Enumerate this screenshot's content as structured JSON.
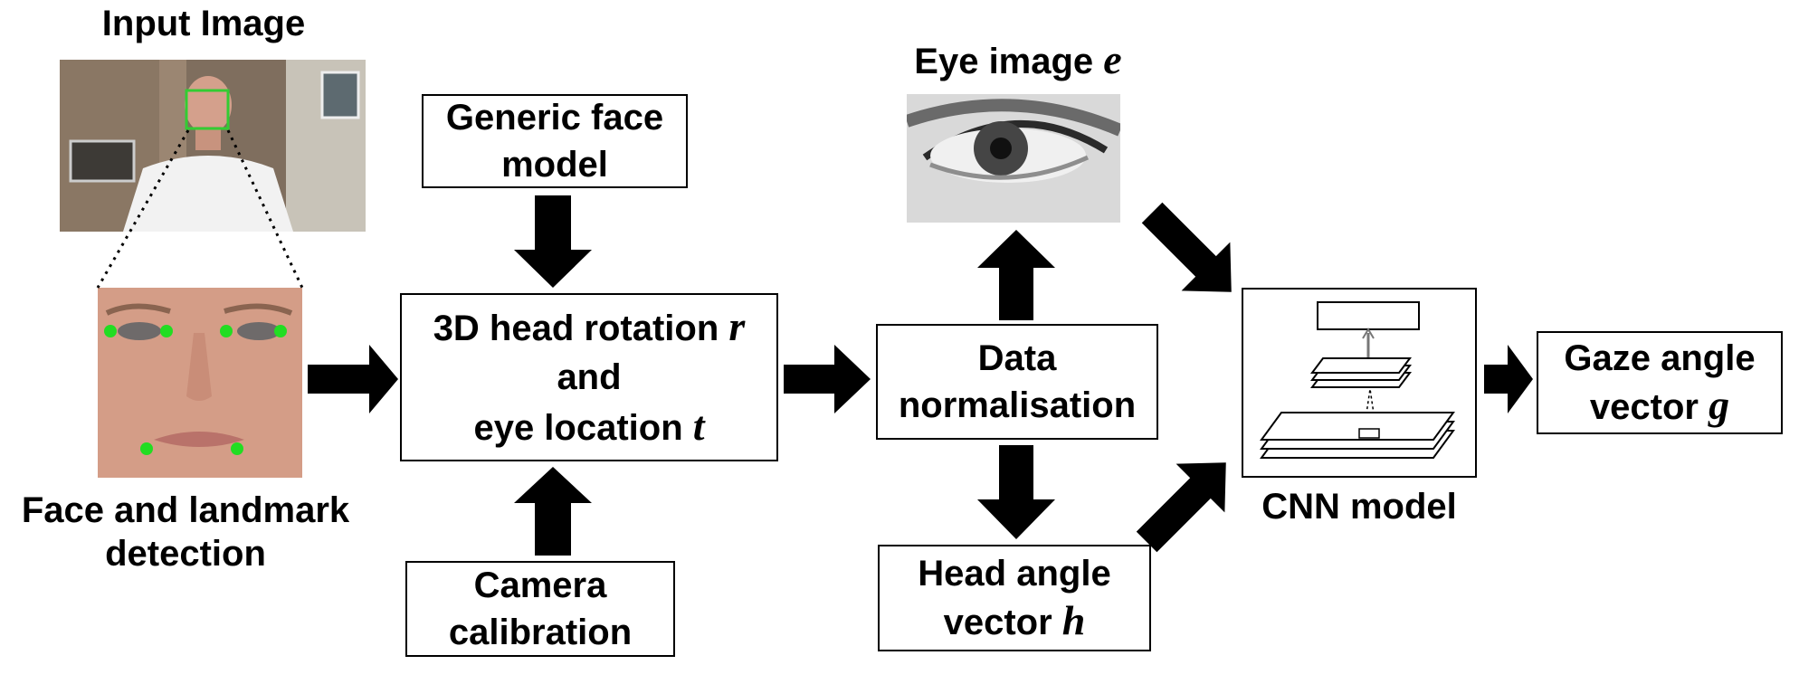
{
  "input": {
    "label": "Input Image"
  },
  "detection": {
    "line1": "Face and landmark",
    "line2": "detection"
  },
  "face_model": {
    "line1": "Generic face",
    "line2": "model"
  },
  "head_pose": {
    "line1_text": "3D head rotation ",
    "line1_var": "r",
    "line2": "and",
    "line3_text": "eye location ",
    "line3_var": "t"
  },
  "camera": {
    "line1": "Camera",
    "line2": "calibration"
  },
  "eye": {
    "label_text": "Eye image ",
    "label_var": "e"
  },
  "normalisation": {
    "line1": "Data",
    "line2": "normalisation"
  },
  "head_angle": {
    "line1": "Head angle",
    "line2_text": "vector ",
    "line2_var": "h"
  },
  "cnn": {
    "label": "CNN model"
  },
  "gaze": {
    "line1": "Gaze angle",
    "line2_text": "vector ",
    "line2_var": "g"
  },
  "colors": {
    "landmark": "#22dd22",
    "face_box": "#33cc33",
    "arrow": "#000000"
  }
}
